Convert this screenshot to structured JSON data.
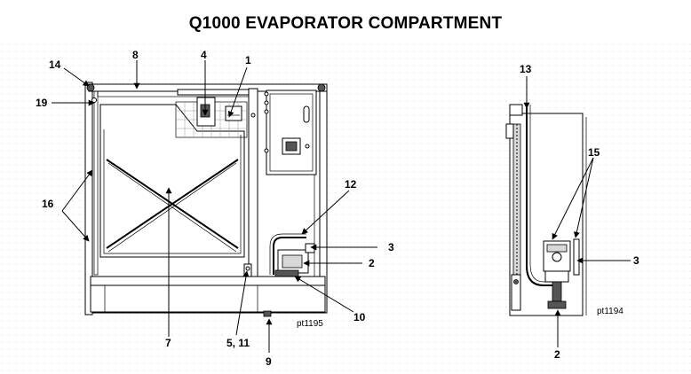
{
  "title": "Q1000 EVAPORATOR COMPARTMENT",
  "callouts": {
    "c1": "1",
    "c2_left": "2",
    "c2_right": "2",
    "c3_left": "3",
    "c3_right": "3",
    "c4": "4",
    "c5_11": "5, 11",
    "c7": "7",
    "c8": "8",
    "c9": "9",
    "c10": "10",
    "c12": "12",
    "c13": "13",
    "c14": "14",
    "c15": "15",
    "c16": "16",
    "c19": "19"
  },
  "figure_refs": {
    "front": "pt1195",
    "side": "pt1194"
  }
}
